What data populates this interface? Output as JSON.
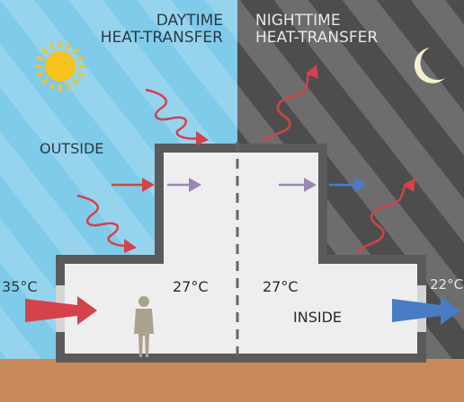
{
  "labels": {
    "daytime_line1": "DAYTIME",
    "daytime_line2": "HEAT-TRANSFER",
    "nighttime_line1": "NIGHTTIME",
    "nighttime_line2": "HEAT-TRANSFER",
    "outside": "OUTSIDE",
    "inside": "INSIDE",
    "temp_outside_day": "35°C",
    "temp_inside_day": "27°C",
    "temp_inside_night": "27°C",
    "temp_outside_night": "22°C"
  },
  "icons": {
    "sun": "sun-icon",
    "moon": "crescent-moon-icon",
    "person": "person-silhouette-icon"
  },
  "colors": {
    "day_sky": "#7fcbea",
    "night_sky": "#4d4d4d",
    "ground": "#c98a5b",
    "wall": "#5a5a5a",
    "interior": "#eeeeee",
    "heat_red": "#d4424a",
    "purple": "#9b86b3",
    "cool_blue": "#4a7cc4",
    "sun": "#f6c21c",
    "moon": "#f3efcf",
    "person": "#a9a38c"
  }
}
